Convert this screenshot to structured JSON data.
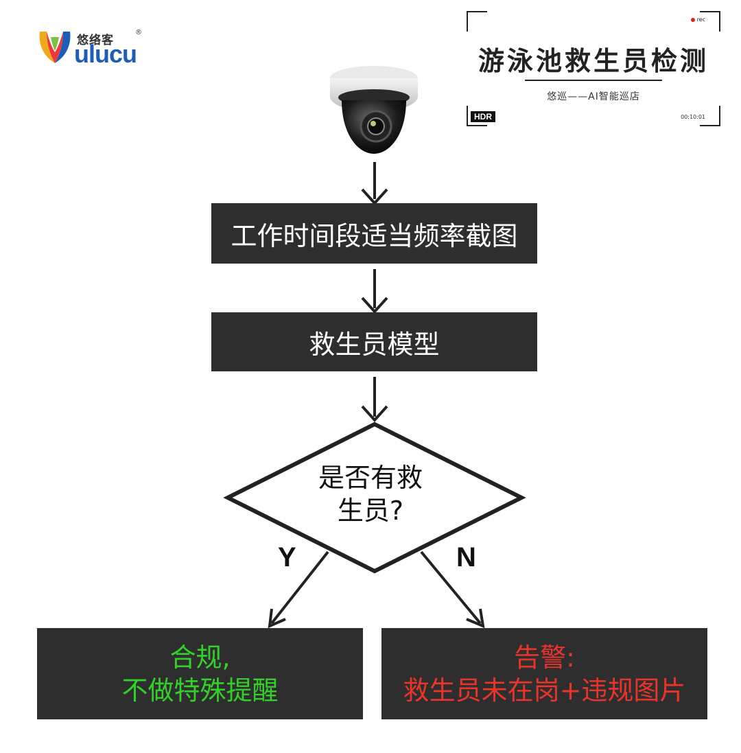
{
  "logo": {
    "brand_cn": "悠络客",
    "brand_en": "ulucu",
    "registered": "®"
  },
  "title_frame": {
    "rec_label": "rec",
    "title": "游泳池救生员检测",
    "subtitle": "悠巡——AI智能巡店",
    "hdr_label": "HDR",
    "timecode": "00:10:01"
  },
  "flow": {
    "step1": "工作时间段适当频率截图",
    "step2": "救生员模型",
    "decision_line1": "是否有救",
    "decision_line2": "生员?",
    "yes_label": "Y",
    "no_label": "N",
    "yes_line1": "合规,",
    "yes_line2": "不做特殊提醒",
    "no_line1": "告警:",
    "no_line2": "救生员未在岗+违规图片"
  },
  "colors": {
    "box_bg": "#2e2e2e",
    "yes_text": "#34d02a",
    "no_text": "#e8342a",
    "brand_blue": "#1c5db8",
    "rec_red": "#e02020"
  },
  "icons": [
    "ulucu-logo-icon",
    "dome-camera-icon",
    "rec-dot-icon"
  ]
}
